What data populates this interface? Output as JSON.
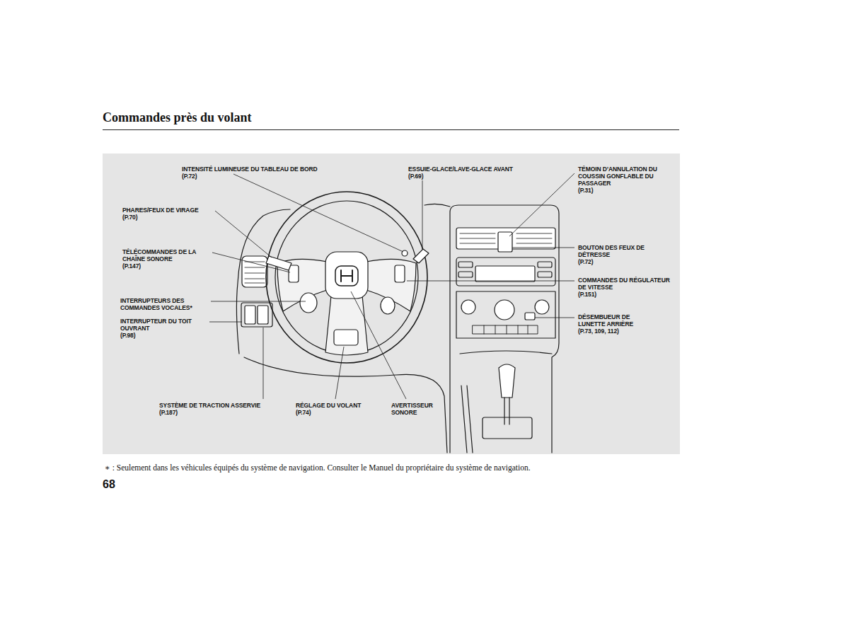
{
  "diagram": {
    "title": "Commandes près du volant",
    "caption": "∗ : Seulement dans les véhicules équipés du système de navigation. Consulter le Manuel du propriétaire du système de navigation.",
    "labels": [
      "INTENSITÉ LUMINEUSE DU TABLEAU DE BORD",
      "(P.72)",
      "ESSUIE-GLACE/LAVE-GLACE AVANT",
      "(P.69)",
      "TÉMOIN D’ANNULATION DU COUSSIN GONFLABLE DU PASSAGER",
      "(P.31)",
      "PHARES/FEUX DE VIRAGE",
      "(P.70)",
      "TÉLÉCOMMANDES DE LA CHAÎNE SONORE",
      "(P.147)",
      "BOUTON DES FEUX DE DÉTRESSE",
      "(P.72)",
      "INTERRUPTEURS DES COMMANDES VOCALES*",
      "COMMANDES DU RÉGULATEUR DE VITESSE",
      "(P.151)",
      "INTERRUPTEUR DU TOIT OUVRANT",
      "(P.98)",
      "DÉSEMBUEUR DE LUNETTE ARRIÈRE",
      "(P.73, 109, 112)",
      "SYSTÈME DE TRACTION ASSERVIE",
      "(P.187)",
      "RÉGLAGE DU VOLANT",
      "(P.74)",
      "AVERTISSEUR SONORE",
      "68"
    ]
  }
}
